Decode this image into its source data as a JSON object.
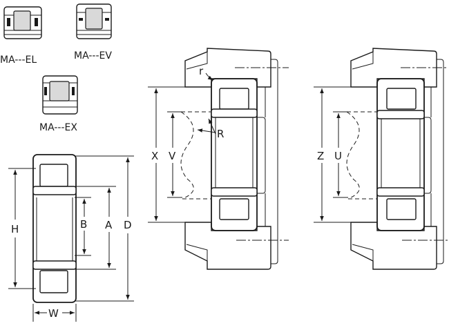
{
  "variants": {
    "el": "MA---EL",
    "ev": "MA---EV",
    "ex": "MA---EX"
  },
  "dimensions": {
    "bearing_width": "W",
    "bore_h": "H",
    "b": "B",
    "a": "A",
    "outer_d": "D"
  },
  "mount_left": {
    "corner_radius": "r",
    "fillet_radius": "R",
    "shaft_x": "X",
    "shoulder_v": "V"
  },
  "mount_right": {
    "shaft_z": "Z",
    "shoulder_u": "U"
  }
}
